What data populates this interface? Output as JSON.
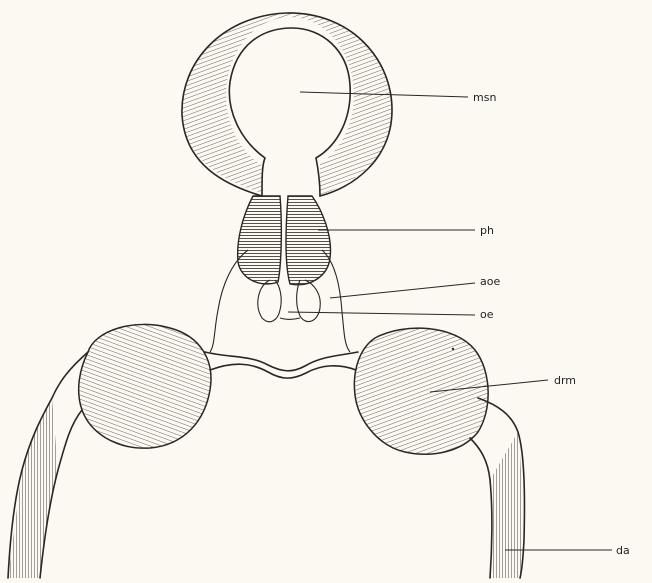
{
  "figure": {
    "labels": {
      "msn": "msn",
      "ph": "ph",
      "aoe": "aoe",
      "oe": "oe",
      "drm": "drm",
      "da": "da"
    }
  }
}
